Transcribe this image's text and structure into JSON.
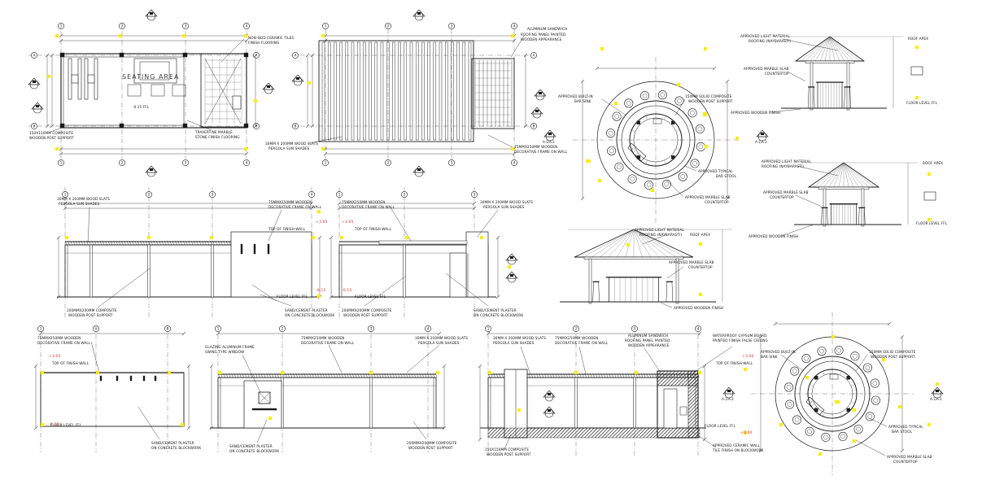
{
  "colors": {
    "line": "#1a1a1a",
    "dim": "#555555",
    "highlight": "#ffeb00",
    "level": "#d23030",
    "accent": "#444444"
  },
  "plans": {
    "seating_area": "SEATING AREA",
    "ffl_value": "-0.15 FFL",
    "non_skid_tiles": "NON-SKID CERAMIC TILES",
    "finish_flooring": "FINISH FLOORING",
    "travertine": "TRAVERTINE MARBLE",
    "stone_flooring": "STONE FINISH FLOORING",
    "composite_post": "150X150MM COMPOSITE",
    "wooden_post": "WOODEN POST SUPPORT",
    "alu_sandwich": "ALUMINUM SANDWICH",
    "roofing_panel": "ROOFING PANEL PAINTED",
    "wooden_appearance": "WOODEN APPEARANCE",
    "wood_slats": "30MM X 200MM WOOD SLATS",
    "pergola_sun": "PERGOLA SUN SHADES",
    "wooden_75": "75MMX250MM WOODEN",
    "decorative_frame_wall": "DECORATIVE FRAME ON WALL"
  },
  "kiosk": {
    "bar_sink": "APPROVED BUILT-IN",
    "bar_sink2": "BAR SINK",
    "solid_composite": "150MM SOLID COMPOSITE",
    "wooden_post": "WOODEN POST SUPPORT",
    "bar_stool": "APPROVED TYPICAL",
    "bar_stool2": "BAR STOOL",
    "marble_slab": "APPROVED MARBLE SLAB",
    "countertop": "COUNTERTOP",
    "section_tag": "A",
    "section_ref": "A-1/A-2"
  },
  "elevations": {
    "light_material": "APPROVED LIGHT MATERIAL",
    "roofing": "ROOFING (NAYBARASTI)",
    "roof_apex": "ROOF APEX",
    "wooden_finish": "APPROVED WOODEN FINISH",
    "floor_level": "FLOOR LEVEL FFL",
    "top_finish_wall": "TOP OF FINISH WALL",
    "sand_cement": "SAND/CEMENT PLASTER",
    "concrete_block": "ON CONCRETE BLOCKWORK",
    "wooden_post_support": "WOODEN POST SUPPORT",
    "composite_200": "200MMX200MM COMPOSITE",
    "glazing": "GLAZING ALUMINUM FRAME",
    "swing_window": "SWING TYPE WINDOW",
    "waterproof_gypsum": "WATERPROOF GYPSUM BOARD",
    "false_ceiling": "PAINTED FINISH FALSE CEILING",
    "ceramic_wall": "APPROVED CERAMIC WALL",
    "tile_finish": "TILE FINISH ON BLOCKWORK",
    "lvl_top": "+3.05",
    "lvl_bot": "-0.15",
    "lvl_top2": "+3.00",
    "lvl_zero": "+0.00"
  },
  "grid_labels": [
    "1",
    "2",
    "3",
    "4",
    "A",
    "B"
  ]
}
